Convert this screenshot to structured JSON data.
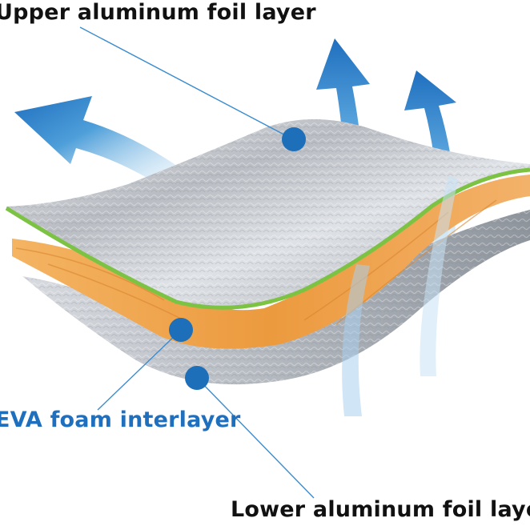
{
  "labels": {
    "upper": "Upper aluminum foil layer",
    "middle": "EVA foam interlayer",
    "lower": "Lower aluminum foil layer"
  },
  "colors": {
    "arrow_blue": "#2f86c9",
    "callout_dot": "#1c6fb8",
    "foil": "#c9ccd0",
    "foam_orange": "#f0a24a",
    "edge_green": "#7cc243"
  },
  "icons": {
    "arrows": "heat-reflection-arrow-icon",
    "dots": "callout-dot-icon"
  }
}
